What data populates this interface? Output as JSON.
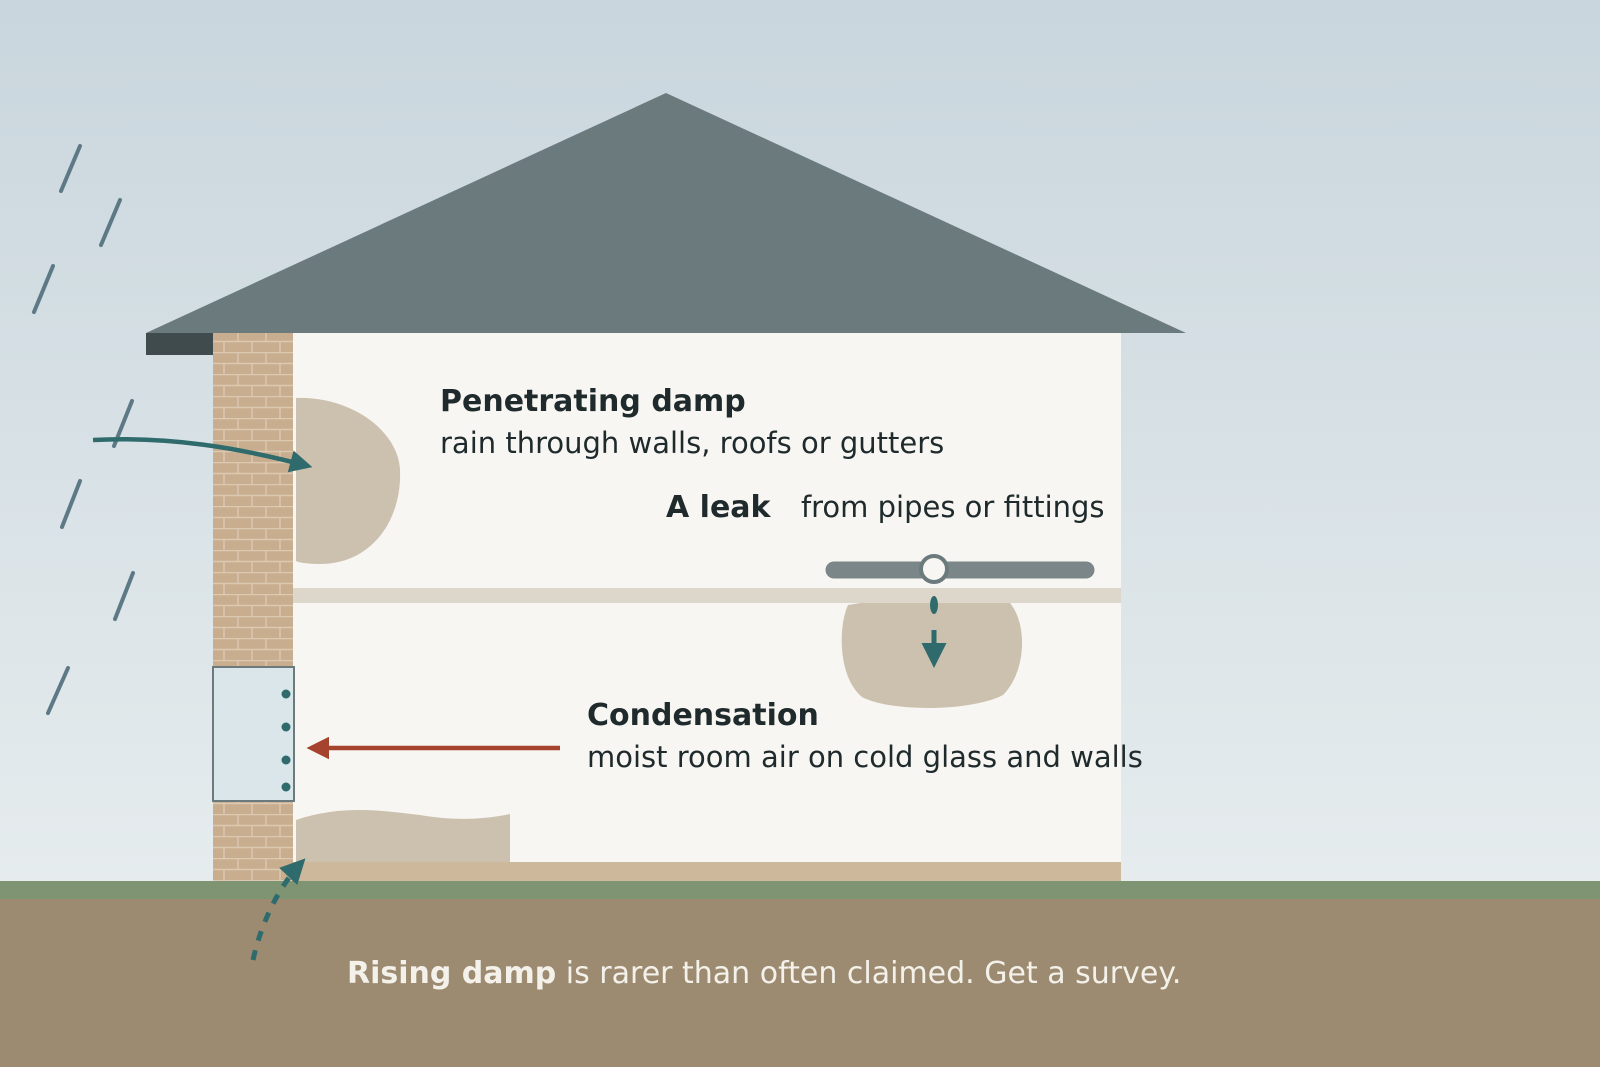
{
  "labels": {
    "penetrating": {
      "title": "Penetrating damp",
      "desc": "rain through walls, roofs or gutters"
    },
    "leak": {
      "title": "A leak",
      "desc": "from pipes or fittings"
    },
    "condensation": {
      "title": "Condensation",
      "desc": "moist room air on cold glass and walls"
    }
  },
  "footer": {
    "bold": "Rising damp",
    "rest": " is rarer than often claimed. Get a survey."
  },
  "colors": {
    "sky_top": "#c9d6dd",
    "sky_bottom": "#e6ecee",
    "roof": "#6b7a7c",
    "fascia": "#3f4b4d",
    "wall": "#f8f6f2",
    "brick": "#c8ad8e",
    "brick_mortar": "#dcc9b2",
    "stain": "#cbc1ae",
    "floor": "#ddd6ca",
    "skirting": "#cdb89c",
    "pipe": "#7a8687",
    "glass": "#dbe6ea",
    "teal": "#2f6a6c",
    "rust": "#a5432e",
    "rain": "#5d7986",
    "grass": "#7e9472",
    "soil": "#9c8b71"
  }
}
